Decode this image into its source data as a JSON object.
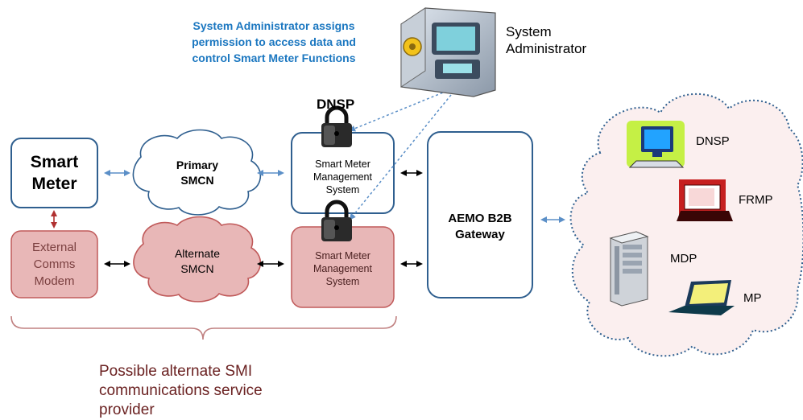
{
  "admin": {
    "caption_lines": [
      "System Administrator assigns",
      "permission to access data and",
      "control Smart Meter Functions"
    ],
    "label_lines": [
      "System",
      "Administrator"
    ]
  },
  "dnsp_lock_label": "DNSP",
  "smart_meter_lines": [
    "Smart",
    "Meter"
  ],
  "external_modem_lines": [
    "External",
    "Comms",
    "Modem"
  ],
  "primary_smcn_lines": [
    "Primary",
    "SMCN"
  ],
  "alternate_smcn_lines": [
    "Alternate",
    "SMCN"
  ],
  "smms_primary_lines": [
    "Smart Meter",
    "Management",
    "System"
  ],
  "smms_alternate_lines": [
    "Smart Meter",
    "Management",
    "System"
  ],
  "aemo_lines": [
    "AEMO B2B",
    "Gateway"
  ],
  "participants": [
    {
      "label": "DNSP",
      "icon": "desktop-computer-icon"
    },
    {
      "label": "FRMP",
      "icon": "laptop-red-icon"
    },
    {
      "label": "MDP",
      "icon": "server-tower-icon"
    },
    {
      "label": "MP",
      "icon": "laptop-yellow-icon"
    }
  ],
  "bottom_caption_lines": [
    "Possible alternate SMI",
    "communications service",
    "provider"
  ],
  "colors": {
    "blue_border": "#2f5f8f",
    "red_fill": "#e8b7b7",
    "red_border": "#b05050",
    "caption_blue": "#1b77c0",
    "caption_red": "#6b2222",
    "cloud_fill": "#fbefef",
    "arrow_blue": "#5b8fc7"
  }
}
